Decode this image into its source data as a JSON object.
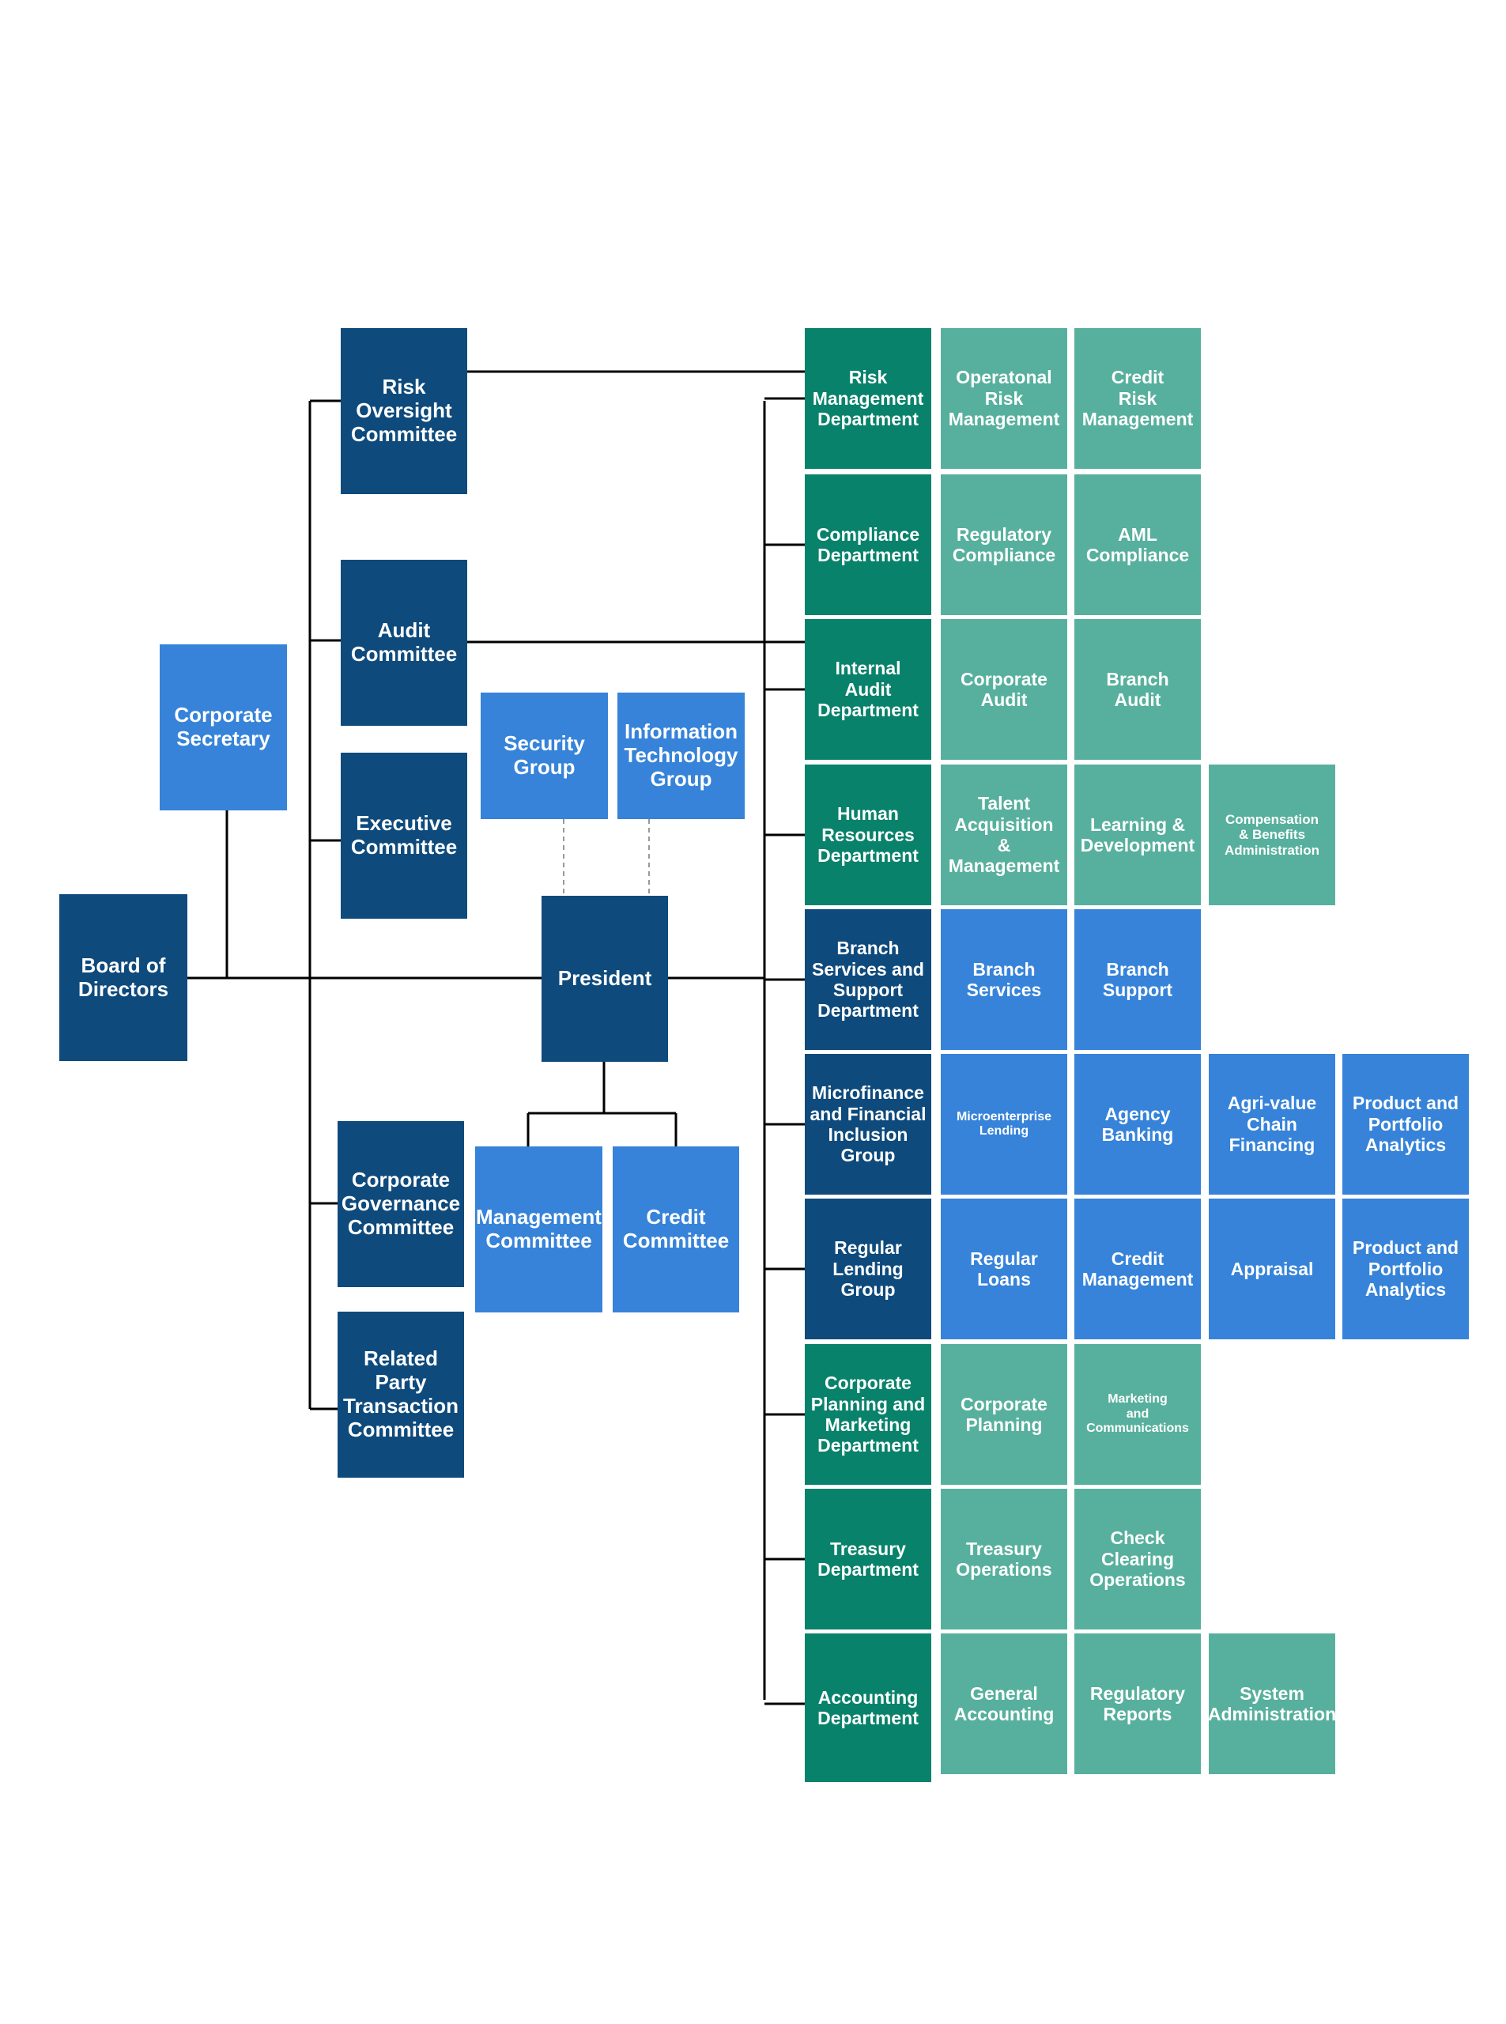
{
  "diagram": {
    "board": "Board of\nDirectors",
    "corporate_secretary": "Corporate\nSecretary",
    "president": "President",
    "security_group": "Security\nGroup",
    "it_group": "Information\nTechnology\nGroup",
    "management_committee": "Management\nCommittee",
    "credit_committee": "Credit\nCommittee",
    "committees": [
      "Risk\nOversight\nCommittee",
      "Audit\nCommittee",
      "Executive\nCommittee",
      "Corporate\nGovernance\nCommittee",
      "Related\nParty\nTransaction\nCommittee"
    ],
    "departments": [
      {
        "name": "Risk\nManagement\nDepartment",
        "units": [
          "Operatonal\nRisk\nManagement",
          "Credit\nRisk\nManagement"
        ]
      },
      {
        "name": "Compliance\nDepartment",
        "units": [
          "Regulatory\nCompliance",
          "AML\nCompliance"
        ]
      },
      {
        "name": "Internal\nAudit\nDepartment",
        "units": [
          "Corporate\nAudit",
          "Branch\nAudit"
        ]
      },
      {
        "name": "Human\nResources\nDepartment",
        "units": [
          "Talent\nAcquisition &\nManagement",
          "Learning &\nDevelopment",
          "Compensation\n& Benefits\nAdministration"
        ]
      },
      {
        "name": "Branch\nServices and\nSupport\nDepartment",
        "units": [
          "Branch\nServices",
          "Branch\nSupport"
        ]
      },
      {
        "name": "Microfinance\nand Financial\nInclusion\nGroup",
        "units": [
          "Microenterprise\nLending",
          "Agency\nBanking",
          "Agri-value\nChain\nFinancing",
          "Product and\nPortfolio\nAnalytics"
        ]
      },
      {
        "name": "Regular\nLending\nGroup",
        "units": [
          "Regular\nLoans",
          "Credit\nManagement",
          "Appraisal",
          "Product and\nPortfolio\nAnalytics"
        ]
      },
      {
        "name": "Corporate\nPlanning and\nMarketing\nDepartment",
        "units": [
          "Corporate\nPlanning",
          "Marketing\nand\nCommunications"
        ]
      },
      {
        "name": "Treasury\nDepartment",
        "units": [
          "Treasury\nOperations",
          "Check\nClearing\nOperations"
        ]
      },
      {
        "name": "Accounting\nDepartment",
        "units": [
          "General\nAccounting",
          "Regulatory\nReports",
          "System\nAdministration"
        ]
      }
    ]
  },
  "colors": {
    "navy": "#0e4a7c",
    "bright_blue": "#3683d9",
    "green": "#09826b",
    "teal": "#57b09d",
    "line": "#000000",
    "dashed": "#999999"
  }
}
